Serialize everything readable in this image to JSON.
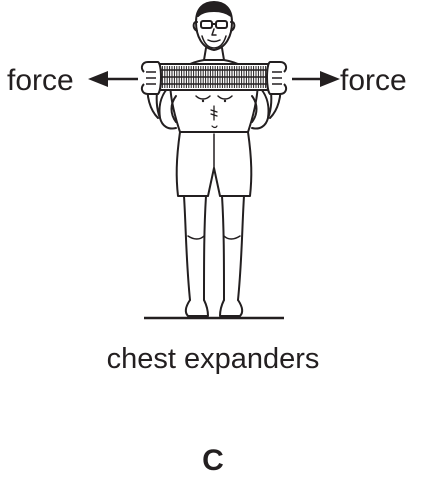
{
  "diagram": {
    "left_arrow_label": "force",
    "right_arrow_label": "force",
    "caption": "chest expanders",
    "panel_label": "C",
    "line_color": "#231f20",
    "icons": [
      "man-figure-icon",
      "chest-expander-icon",
      "arrow-left-icon",
      "arrow-right-icon"
    ]
  }
}
